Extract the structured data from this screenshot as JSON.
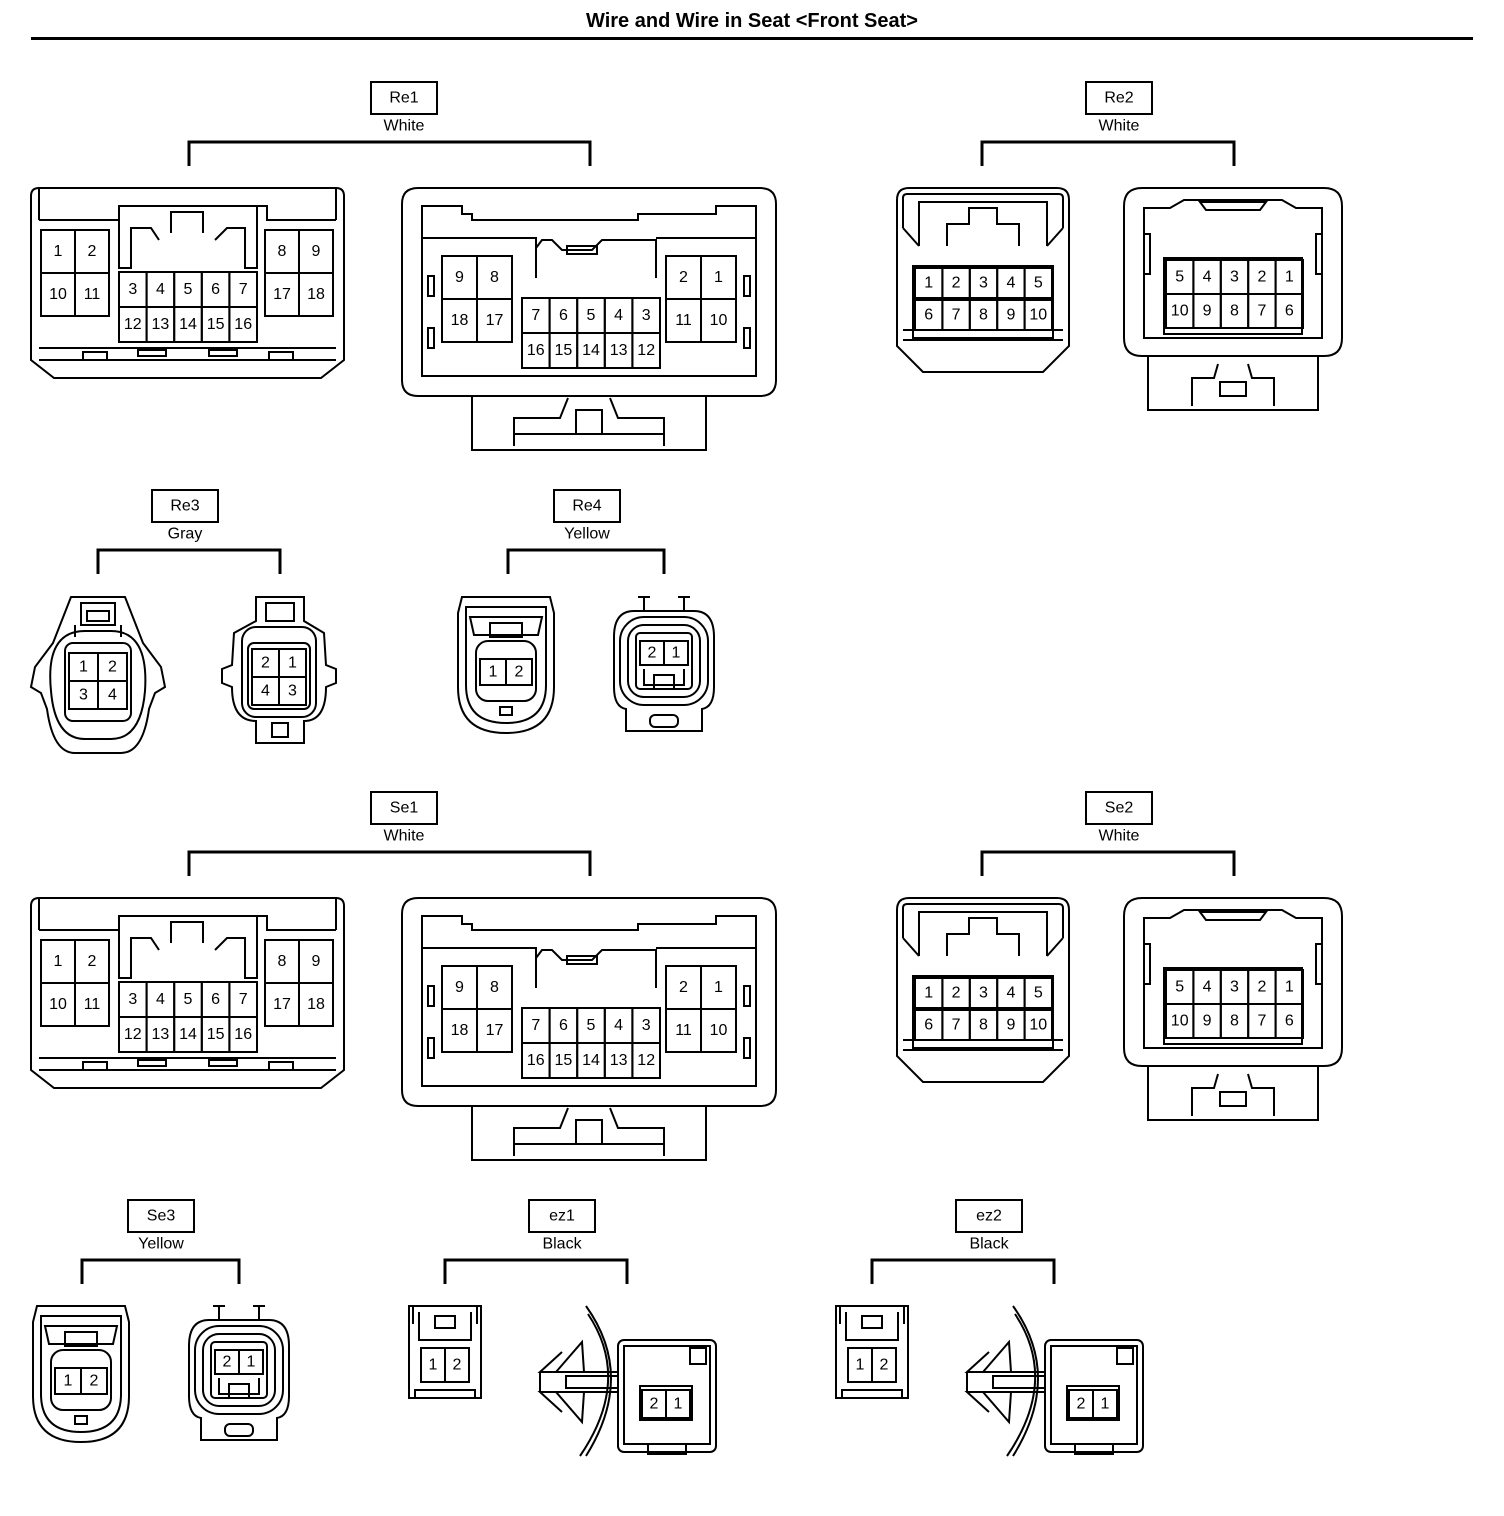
{
  "title": "Wire and Wire in Seat <Front Seat>",
  "connectors": [
    {
      "id": "Re1",
      "color": "White",
      "style": "large18",
      "left": {
        "top": [
          "1",
          "2",
          "8",
          "9"
        ],
        "top2": [
          "10",
          "11",
          "17",
          "18"
        ],
        "mid": [
          "3",
          "4",
          "5",
          "6",
          "7"
        ],
        "bot": [
          "12",
          "13",
          "14",
          "15",
          "16"
        ]
      },
      "right": {
        "top": [
          "9",
          "8",
          "2",
          "1"
        ],
        "top2": [
          "18",
          "17",
          "11",
          "10"
        ],
        "mid": [
          "7",
          "6",
          "5",
          "4",
          "3"
        ],
        "bot": [
          "16",
          "15",
          "14",
          "13",
          "12"
        ]
      }
    },
    {
      "id": "Re2",
      "color": "White",
      "style": "ten",
      "left": {
        "r1": [
          "1",
          "2",
          "3",
          "4",
          "5"
        ],
        "r2": [
          "6",
          "7",
          "8",
          "9",
          "10"
        ]
      },
      "right": {
        "r1": [
          "5",
          "4",
          "3",
          "2",
          "1"
        ],
        "r2": [
          "10",
          "9",
          "8",
          "7",
          "6"
        ]
      }
    },
    {
      "id": "Re3",
      "color": "Gray",
      "style": "four",
      "left": {
        "r1": [
          "1",
          "2"
        ],
        "r2": [
          "3",
          "4"
        ]
      },
      "right": {
        "r1": [
          "2",
          "1"
        ],
        "r2": [
          "4",
          "3"
        ]
      }
    },
    {
      "id": "Re4",
      "color": "Yellow",
      "style": "two-round",
      "left": {
        "r1": [
          "1",
          "2"
        ]
      },
      "right": {
        "r1": [
          "2",
          "1"
        ]
      }
    },
    {
      "id": "Se1",
      "color": "White",
      "style": "large18",
      "left": {
        "top": [
          "1",
          "2",
          "8",
          "9"
        ],
        "top2": [
          "10",
          "11",
          "17",
          "18"
        ],
        "mid": [
          "3",
          "4",
          "5",
          "6",
          "7"
        ],
        "bot": [
          "12",
          "13",
          "14",
          "15",
          "16"
        ]
      },
      "right": {
        "top": [
          "9",
          "8",
          "2",
          "1"
        ],
        "top2": [
          "18",
          "17",
          "11",
          "10"
        ],
        "mid": [
          "7",
          "6",
          "5",
          "4",
          "3"
        ],
        "bot": [
          "16",
          "15",
          "14",
          "13",
          "12"
        ]
      }
    },
    {
      "id": "Se2",
      "color": "White",
      "style": "ten",
      "left": {
        "r1": [
          "1",
          "2",
          "3",
          "4",
          "5"
        ],
        "r2": [
          "6",
          "7",
          "8",
          "9",
          "10"
        ]
      },
      "right": {
        "r1": [
          "5",
          "4",
          "3",
          "2",
          "1"
        ],
        "r2": [
          "10",
          "9",
          "8",
          "7",
          "6"
        ]
      }
    },
    {
      "id": "Se3",
      "color": "Yellow",
      "style": "two-round",
      "left": {
        "r1": [
          "1",
          "2"
        ]
      },
      "right": {
        "r1": [
          "2",
          "1"
        ]
      }
    },
    {
      "id": "ez1",
      "color": "Black",
      "style": "two-clip",
      "left": {
        "r1": [
          "1",
          "2"
        ]
      },
      "right": {
        "r1": [
          "2",
          "1"
        ]
      }
    },
    {
      "id": "ez2",
      "color": "Black",
      "style": "two-clip",
      "left": {
        "r1": [
          "1",
          "2"
        ]
      },
      "right": {
        "r1": [
          "2",
          "1"
        ]
      }
    }
  ]
}
